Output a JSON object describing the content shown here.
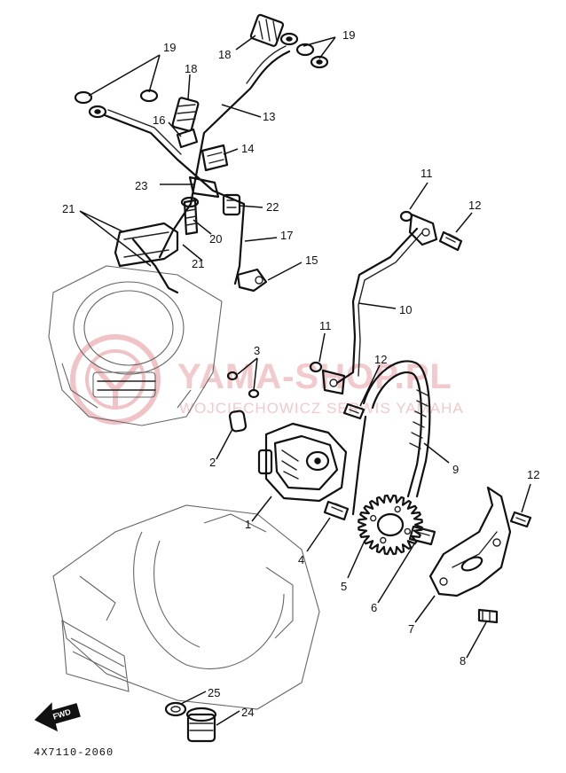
{
  "watermark": {
    "brand": "YAMA-SHOP.PL",
    "tagline": "WOJCIECHOWICZ SERWIS YAMAHA",
    "logo_color": "#e88a90"
  },
  "diagram_code": "4X7110-2060",
  "forward_label": "FWD",
  "callouts": {
    "c1": "1",
    "c2": "2",
    "c3": "3",
    "c4": "4",
    "c5": "5",
    "c6": "6",
    "c7": "7",
    "c8": "8",
    "c9": "9",
    "c10": "10",
    "c11a": "11",
    "c11b": "11",
    "c12a": "12",
    "c12b": "12",
    "c12c": "12",
    "c13": "13",
    "c14": "14",
    "c15": "15",
    "c16": "16",
    "c17": "17",
    "c18a": "18",
    "c18b": "18",
    "c19a": "19",
    "c19b": "19",
    "c20": "20",
    "c21a": "21",
    "c21b": "21",
    "c22": "22",
    "c23": "23",
    "c24": "24",
    "c25": "25"
  }
}
